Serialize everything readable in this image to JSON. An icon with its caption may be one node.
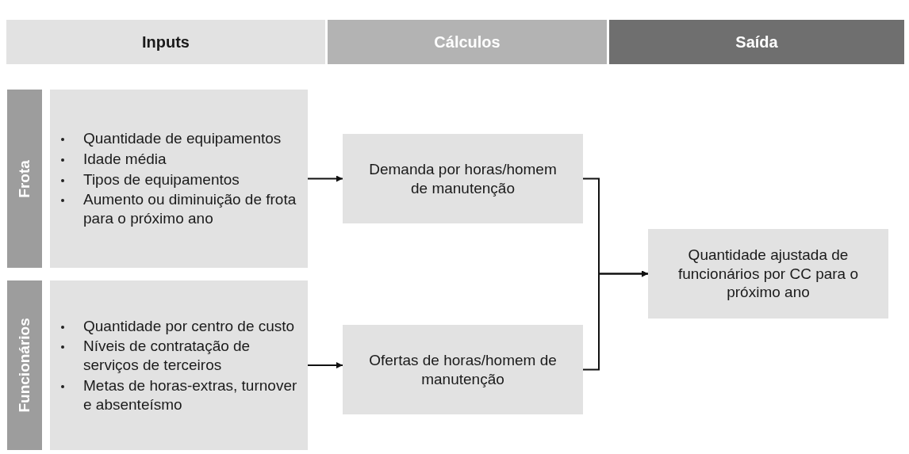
{
  "diagram": {
    "nodes": [
      {
        "text": [
          "Inputs"
        ]
      },
      {
        "text": [
          "Cálculos"
        ]
      },
      {
        "text": [
          "Saída"
        ]
      },
      {
        "text": [
          "Frota"
        ]
      },
      {
        "text": [
          "Quantidade de equipamentos",
          "Idade média",
          "Tipos de equipamentos",
          "Aumento ou diminuição de frota para o próximo ano"
        ]
      },
      {
        "text": [
          "Funcionários"
        ]
      },
      {
        "text": [
          "Quantidade por centro de custo",
          "Níveis de contratação de serviços de terceiros",
          "Metas de horas-extras, turnover e absenteísmo"
        ]
      },
      {
        "text": [
          "Demanda por horas/homem de manutenção"
        ]
      },
      {
        "text": [
          "Ofertas de horas/homem de manutenção"
        ]
      },
      {
        "text": [
          "Quantidade ajustada de funcionários por CC para o próximo ano"
        ]
      }
    ],
    "edges": [
      {
        "from": 4,
        "to": 7,
        "arrow": "to"
      },
      {
        "from": 6,
        "to": 8,
        "arrow": "to"
      },
      {
        "from": 7,
        "to": 9,
        "arrow": "to"
      },
      {
        "from": 8,
        "to": 9,
        "arrow": "to"
      }
    ]
  }
}
